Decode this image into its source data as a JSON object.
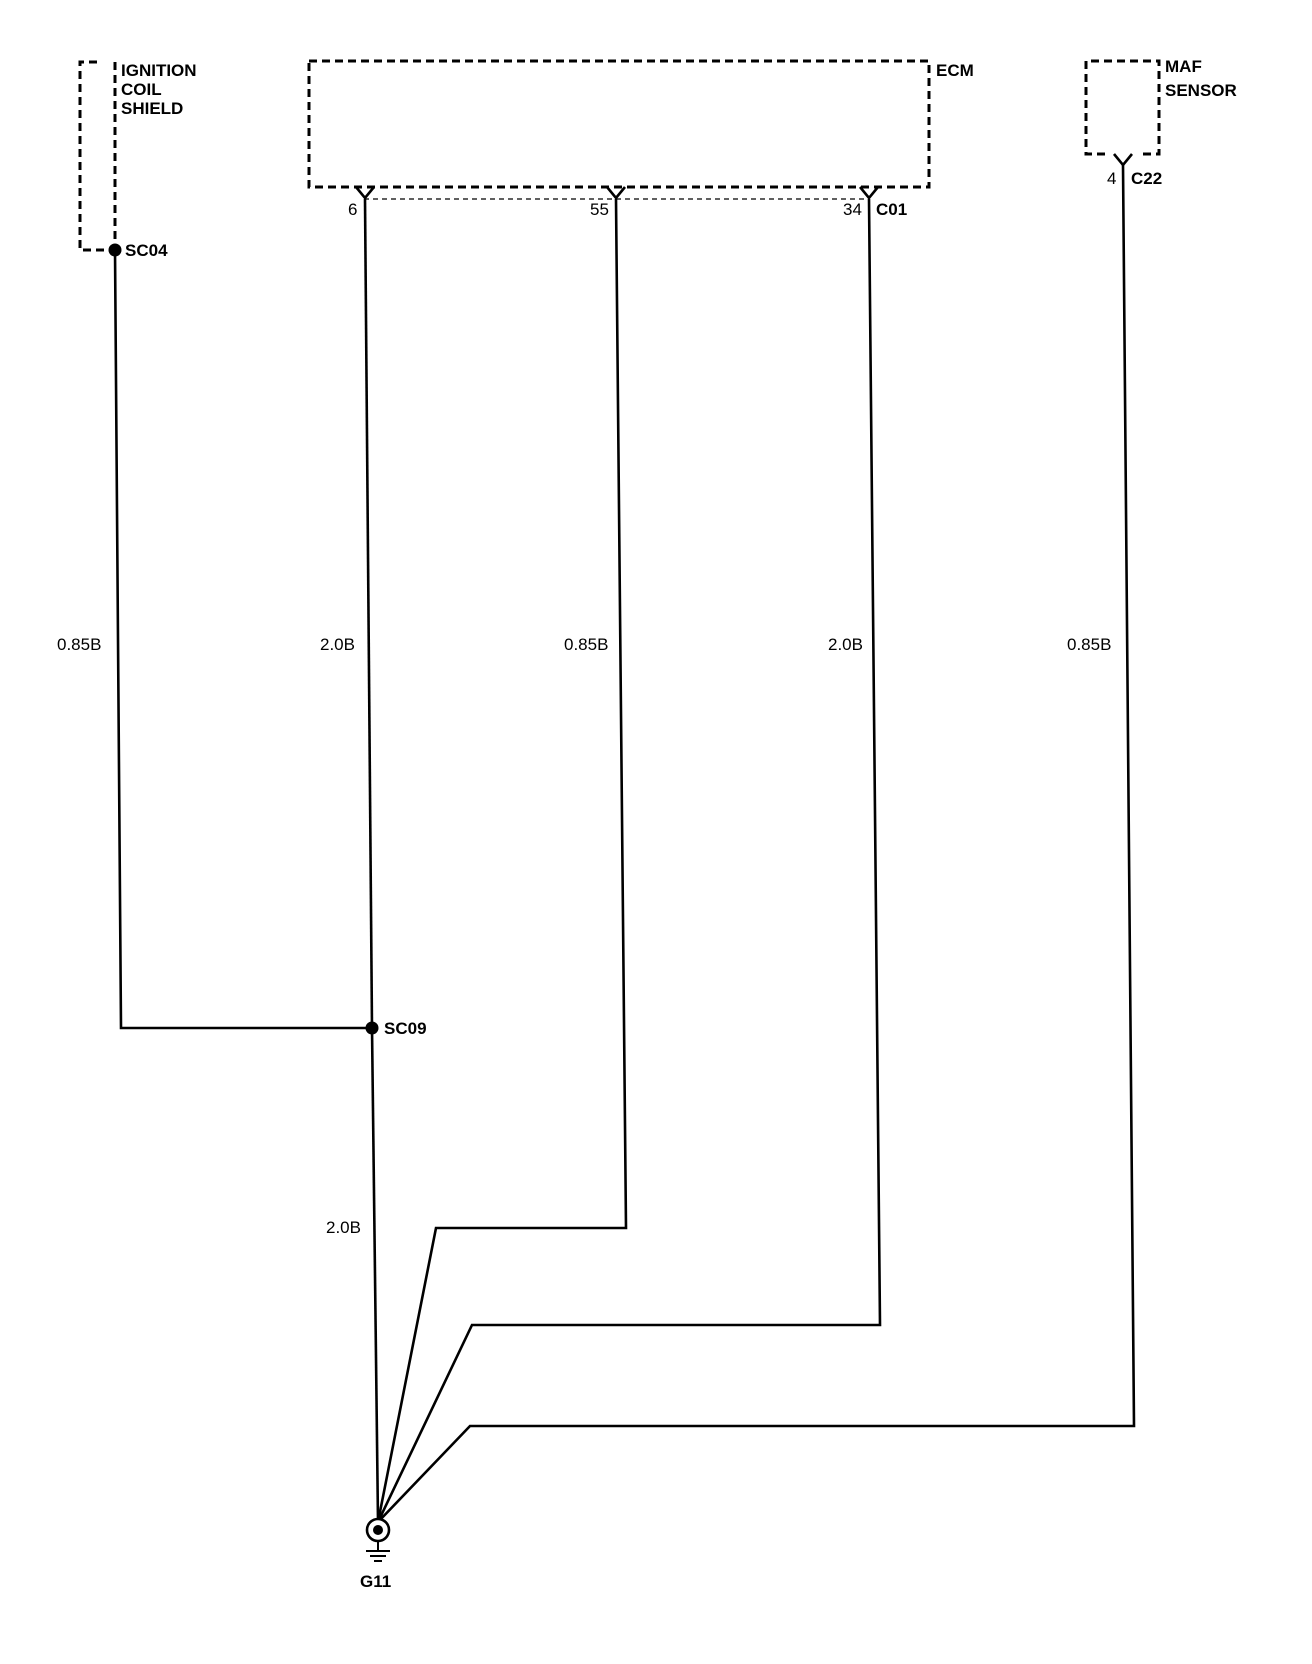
{
  "components": {
    "ignition_coil_shield": [
      "IGNITION",
      "COIL",
      "SHIELD"
    ],
    "ecm": "ECM",
    "maf_sensor": [
      "MAF",
      "SENSOR"
    ]
  },
  "connectors": {
    "ecm_connector": "C01",
    "maf_connector": "C22"
  },
  "pins": {
    "ecm_pin_a": "6",
    "ecm_pin_b": "55",
    "ecm_pin_c": "34",
    "maf_pin": "4"
  },
  "splices": {
    "shield_splice": "SC04",
    "ground_splice": "SC09"
  },
  "wires": {
    "shield_wire": "0.85B",
    "ecm6_wire": "2.0B",
    "ecm55_wire": "0.85B",
    "ecm34_wire": "2.0B",
    "maf_wire": "0.85B",
    "splice_ground_wire": "2.0B"
  },
  "ground": "G11"
}
